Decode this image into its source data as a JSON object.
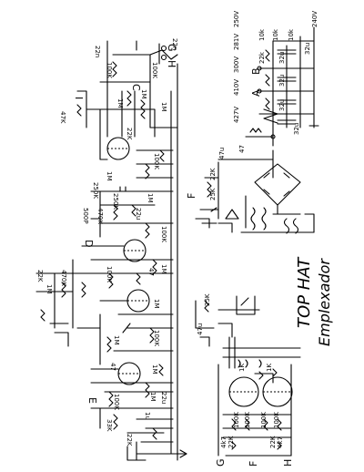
{
  "title": {
    "line1": "TOP HAT",
    "line2": "Emplexador"
  },
  "nodes": {
    "A": "A",
    "B": "B",
    "C": "C",
    "D": "D",
    "E": "E",
    "F": "F",
    "G": "G",
    "H": "H",
    "I": "I"
  },
  "supply": {
    "v1": "427V",
    "v2": "410V",
    "v3": "300V",
    "v4": "281V",
    "v5": "250V",
    "v6": "240V",
    "r1": "22k",
    "r2": "10k",
    "r3": "10k",
    "r4": "10k",
    "c1": "32u",
    "c2": "32u",
    "c3": "32u",
    "c4": "32u",
    "c5": "32u",
    "choke": "47"
  },
  "preamp": {
    "out_caps": [
      "22n",
      "22n"
    ],
    "values": [
      "100K",
      "100K",
      "47K",
      "1M",
      "1M",
      "1M",
      "22K",
      "250K",
      "1M",
      "100K",
      "470K",
      "500P",
      "22u",
      "100K",
      "250K",
      "1M",
      "47",
      "1M",
      "100K",
      "22K",
      "470K",
      "1M",
      "100K",
      "1M",
      "47",
      "1M",
      "22u",
      "100K",
      "1M",
      "33K",
      "1u",
      "22K"
    ],
    "gain_pot": "1M"
  },
  "rectifier": {
    "r_in": "47u",
    "r_a": "22K",
    "r_b": "25K"
  },
  "power": {
    "values": [
      "1K",
      "1K",
      "100K",
      "100K",
      "100K",
      "100K",
      "4k7",
      "4k7",
      "22K",
      "22K",
      "47u"
    ],
    "pot": "25K"
  }
}
